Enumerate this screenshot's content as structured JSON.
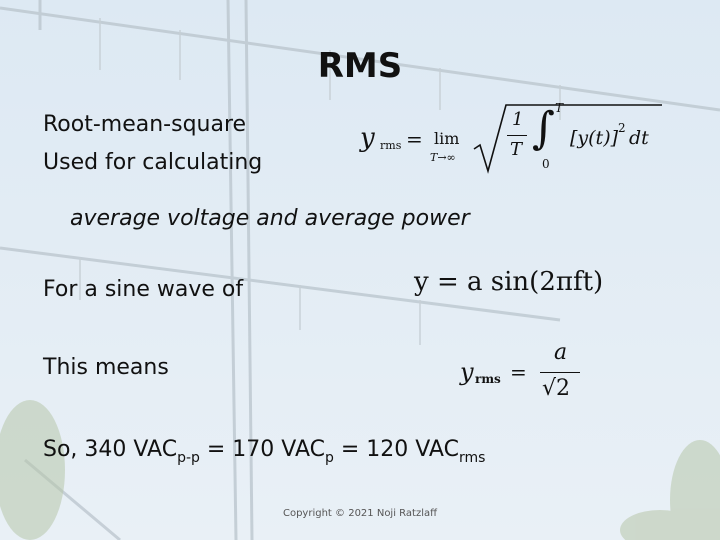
{
  "slide": {
    "title": "RMS",
    "lines": {
      "line1": "Root-mean-square",
      "line2": "Used for calculating",
      "line3": "average voltage and average power",
      "line4": "For a sine wave of",
      "line5": "This means",
      "line6_a": "So, 340 VAC",
      "line6_sub1": "p-p",
      "line6_b": " = 170 VAC",
      "line6_sub2": "p",
      "line6_c": " = 120 VAC",
      "line6_sub3": "rms"
    },
    "equations": {
      "rms_def": {
        "lhs": "y",
        "lhs_sub": "rms",
        "eq": "=",
        "lim": "lim",
        "lim_sub": "T→∞",
        "frac_num": "1",
        "frac_den": "T",
        "int_upper": "T",
        "int_lower": "0",
        "integrand": "[y(t)]",
        "power": "2",
        "dt": "dt"
      },
      "sine": "y = a sin(2πft)",
      "result": {
        "lhs": "y",
        "lhs_sub": "rms",
        "eq": "=",
        "num": "a",
        "den": "√2"
      }
    },
    "footer": "Copyright © 2021 Noji Ratzlaff"
  }
}
